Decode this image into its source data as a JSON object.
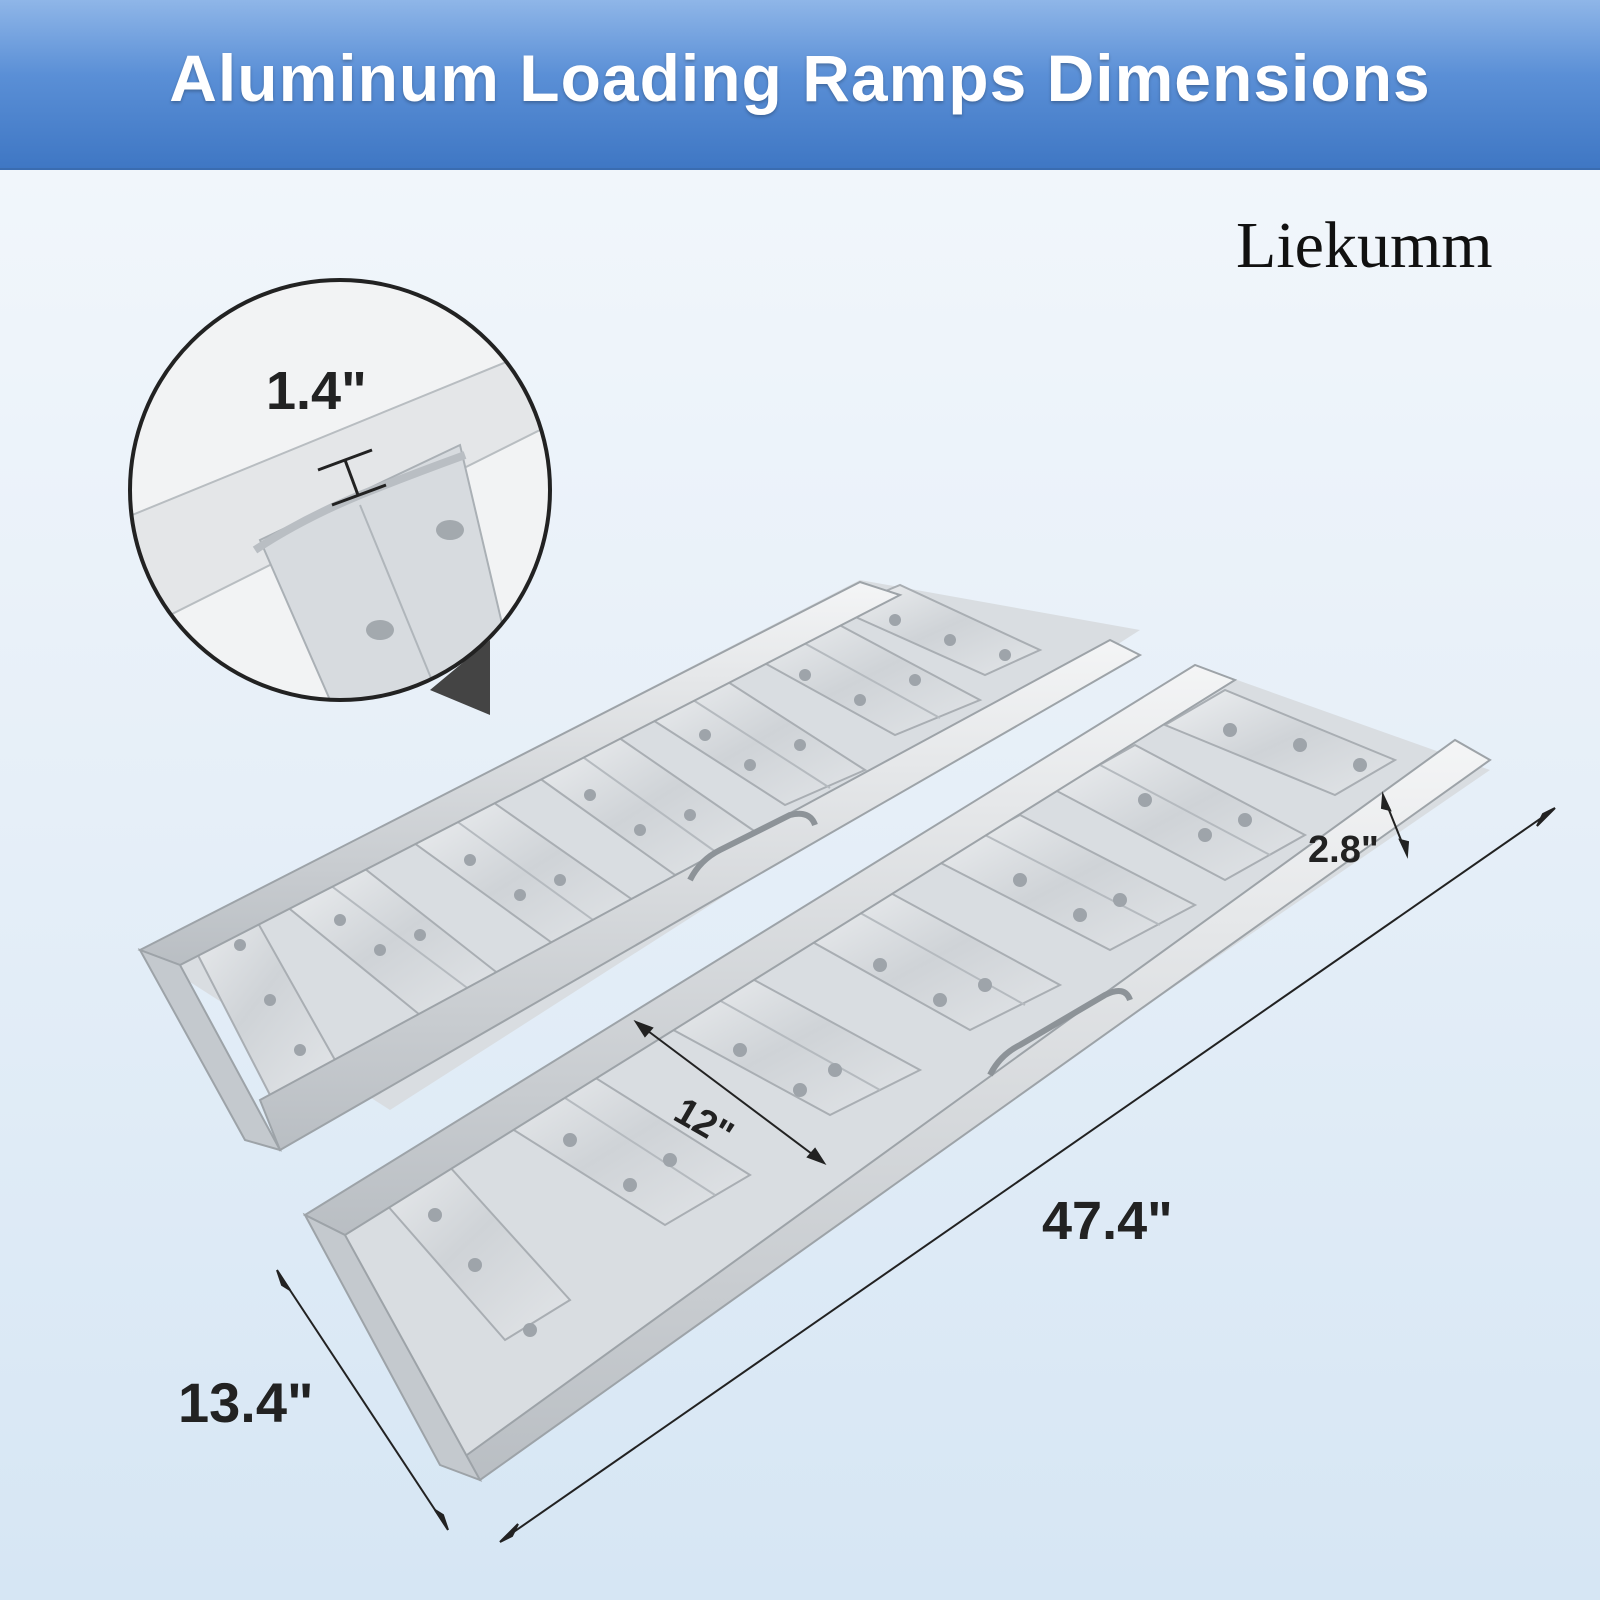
{
  "header": {
    "title": "Aluminum Loading Ramps Dimensions"
  },
  "brand": {
    "name": "Liekumm"
  },
  "dimensions": {
    "rail_height": "1.4\"",
    "side_height": "2.8\"",
    "rung_width": "12\"",
    "length": "47.4\"",
    "width": "13.4\""
  },
  "colors": {
    "banner": "#4a80cc",
    "metal": "#d2d6da",
    "text": "#222222"
  }
}
